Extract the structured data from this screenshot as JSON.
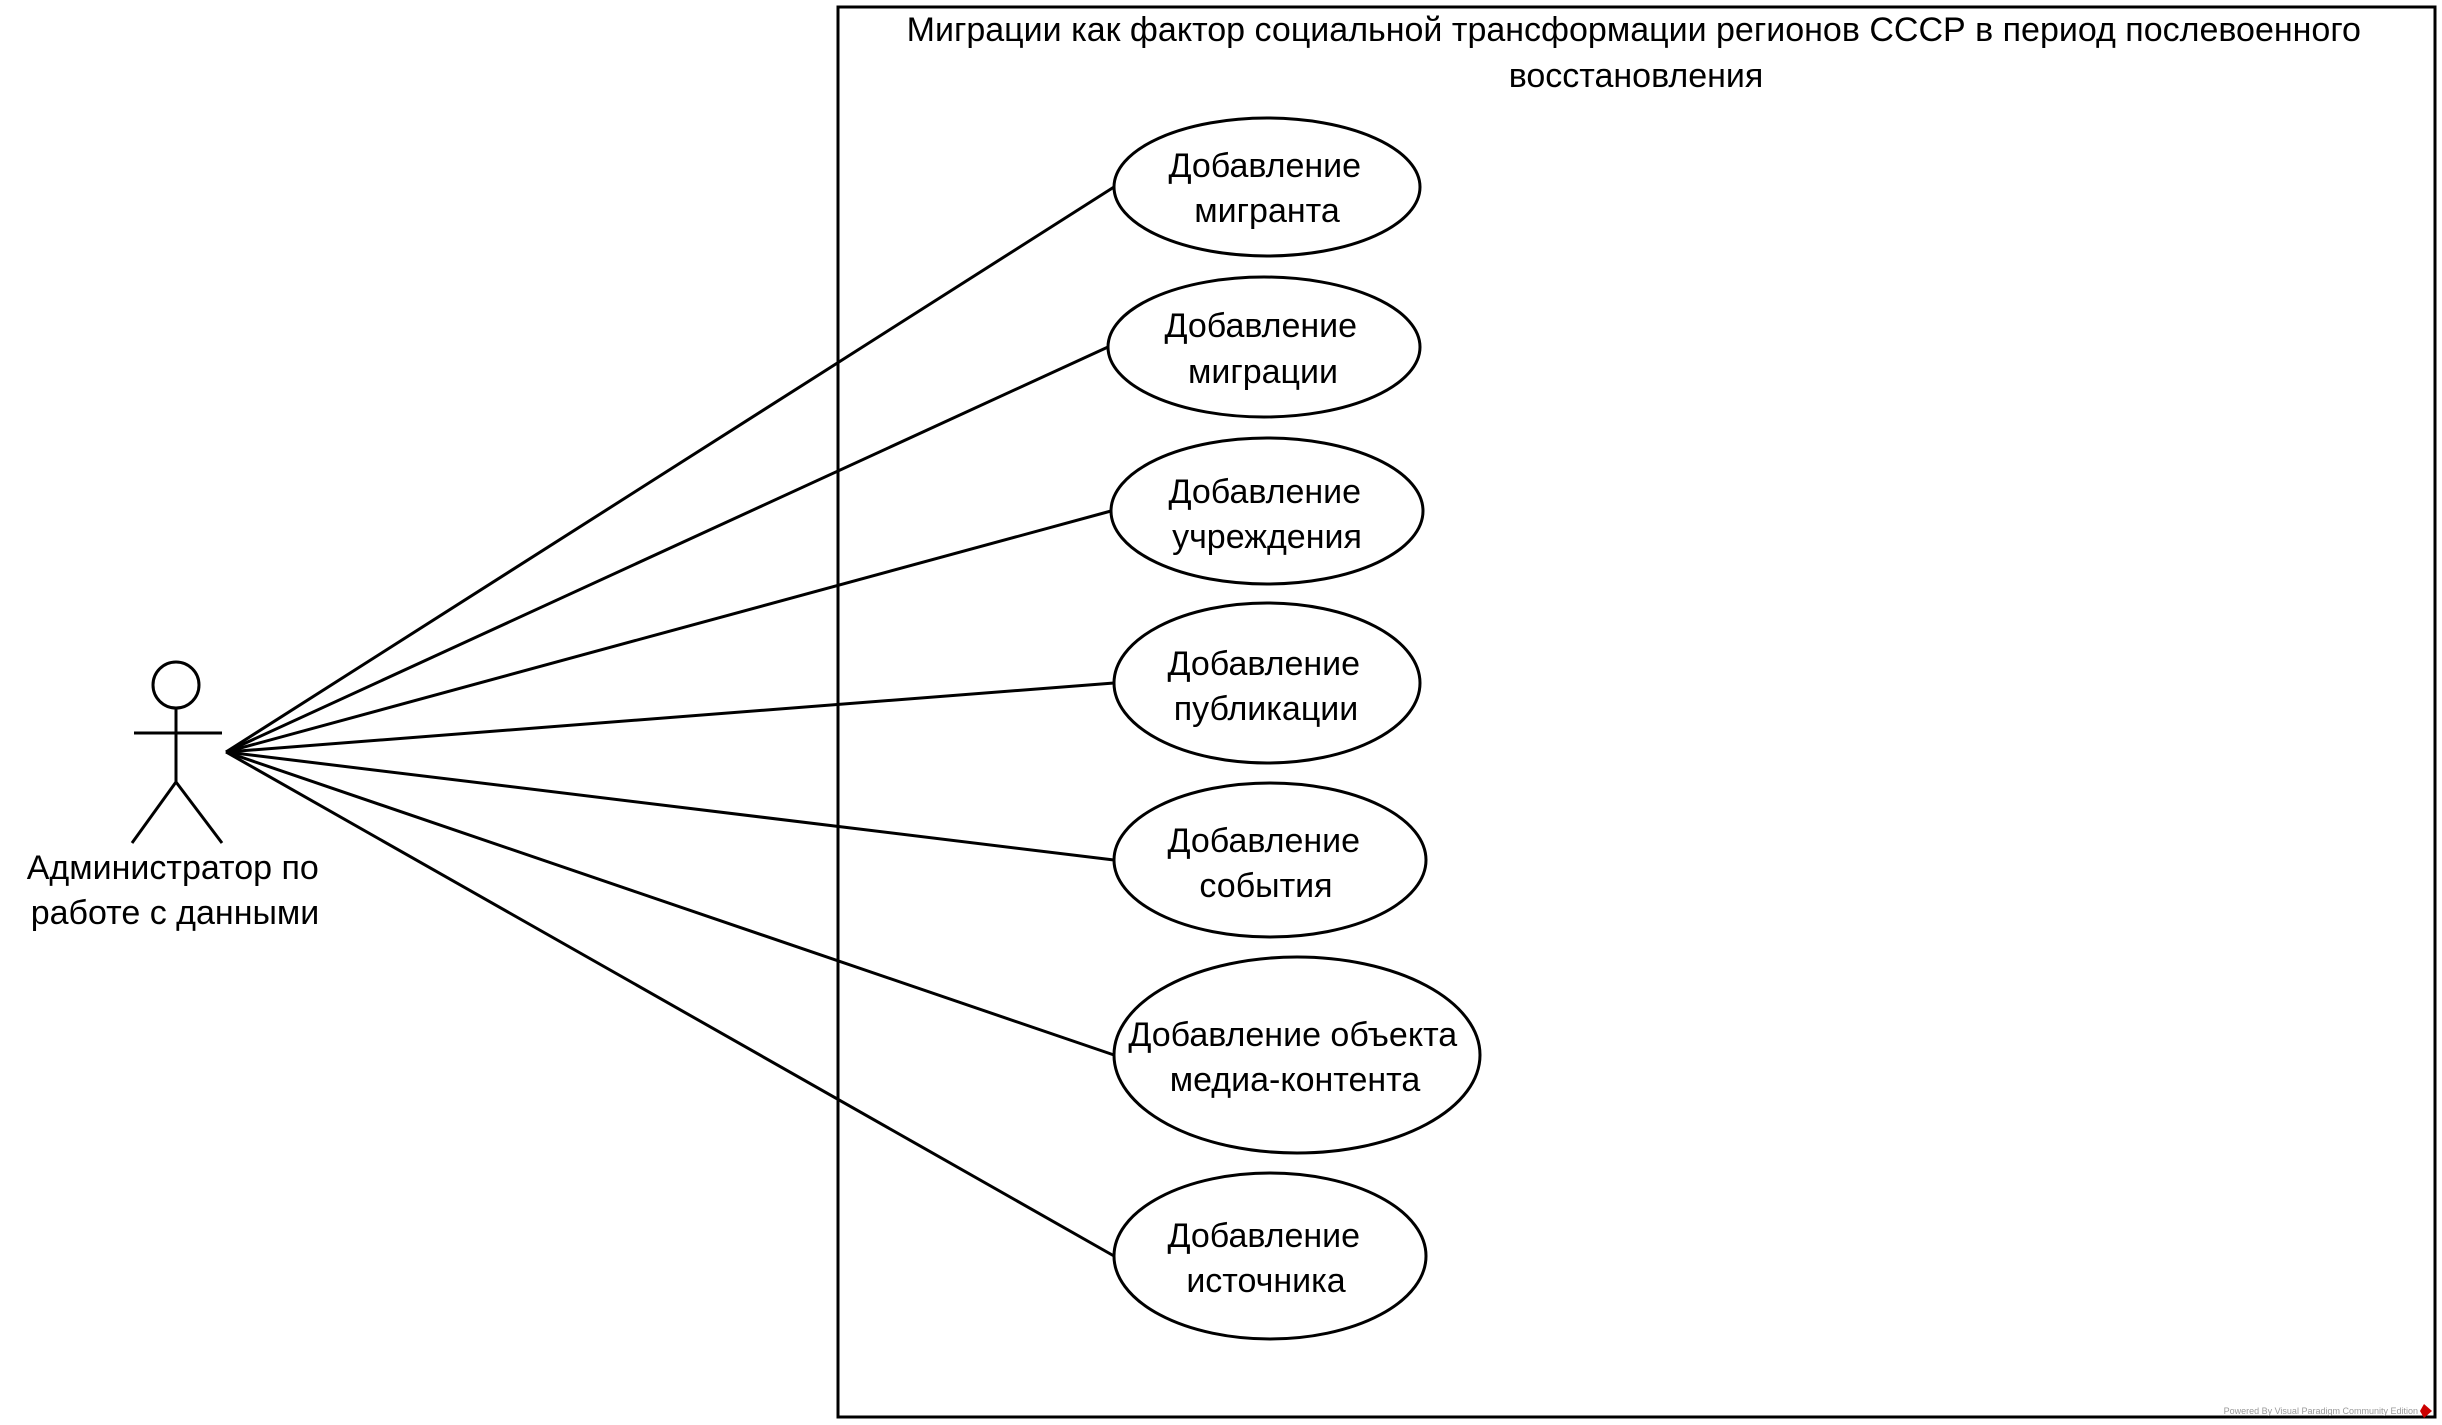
{
  "system": {
    "title_lines": [
      "Миграции как фактор социальной трансформации  регионов СССР в период послевоенного",
      "восстановления"
    ]
  },
  "actor": {
    "label_lines": [
      "Администратор по",
      "работе с данными"
    ]
  },
  "use_cases": [
    {
      "lines": [
        "Добавление",
        "мигранта"
      ]
    },
    {
      "lines": [
        "Добавление",
        "миграции"
      ]
    },
    {
      "lines": [
        "Добавление",
        "учреждения"
      ]
    },
    {
      "lines": [
        "Добавление",
        "публикации"
      ]
    },
    {
      "lines": [
        "Добавление",
        "события"
      ]
    },
    {
      "lines": [
        "Добавление объекта",
        "медиа-контента"
      ]
    },
    {
      "lines": [
        "Добавление",
        "источника"
      ]
    }
  ],
  "watermark": {
    "text": "Powered By Visual Paradigm Community Edition"
  },
  "colors": {
    "line": "#000000",
    "background": "#ffffff",
    "watermark_mark": "#cc0000"
  }
}
